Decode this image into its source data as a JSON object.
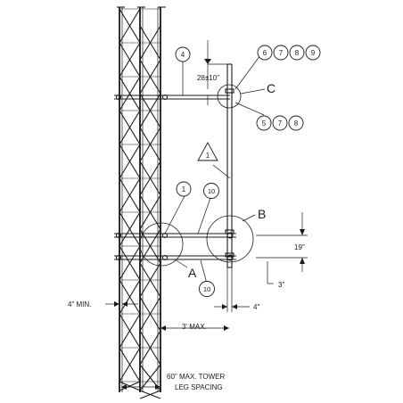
{
  "callouts": {
    "part_4": "4",
    "part_6": "6",
    "part_7a": "7",
    "part_8a": "8",
    "part_9": "9",
    "part_5": "5",
    "part_7b": "7",
    "part_8b": "8",
    "part_1": "1",
    "part_10a": "10",
    "part_10b": "10",
    "triangle_note": "1"
  },
  "details": {
    "detail_c": "C",
    "detail_b": "B",
    "detail_a": "A"
  },
  "dimensions": {
    "top_offset": "28±10\"",
    "vertical_spacing": "19\"",
    "lower_offset": "3\"",
    "min_distance": "4\" MIN.",
    "horizontal_offset": "4\"",
    "max_standoff": "3' MAX."
  },
  "notes": {
    "tower_spacing_line1": "60\" MAX. TOWER",
    "tower_spacing_line2": "LEG SPACING"
  }
}
